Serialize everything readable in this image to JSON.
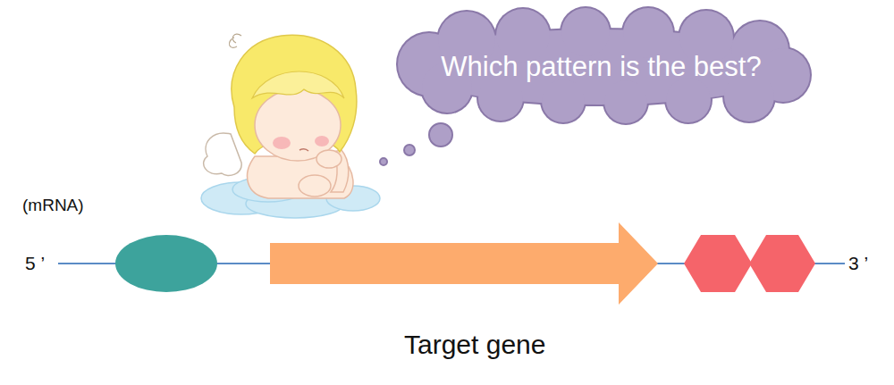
{
  "diagram": {
    "nodes": [
      {
        "text": [
          "Which pattern is the best?"
        ]
      }
    ],
    "labels": [
      "(mRNA)",
      "5 ’",
      "3 ’",
      "Target gene"
    ]
  }
}
